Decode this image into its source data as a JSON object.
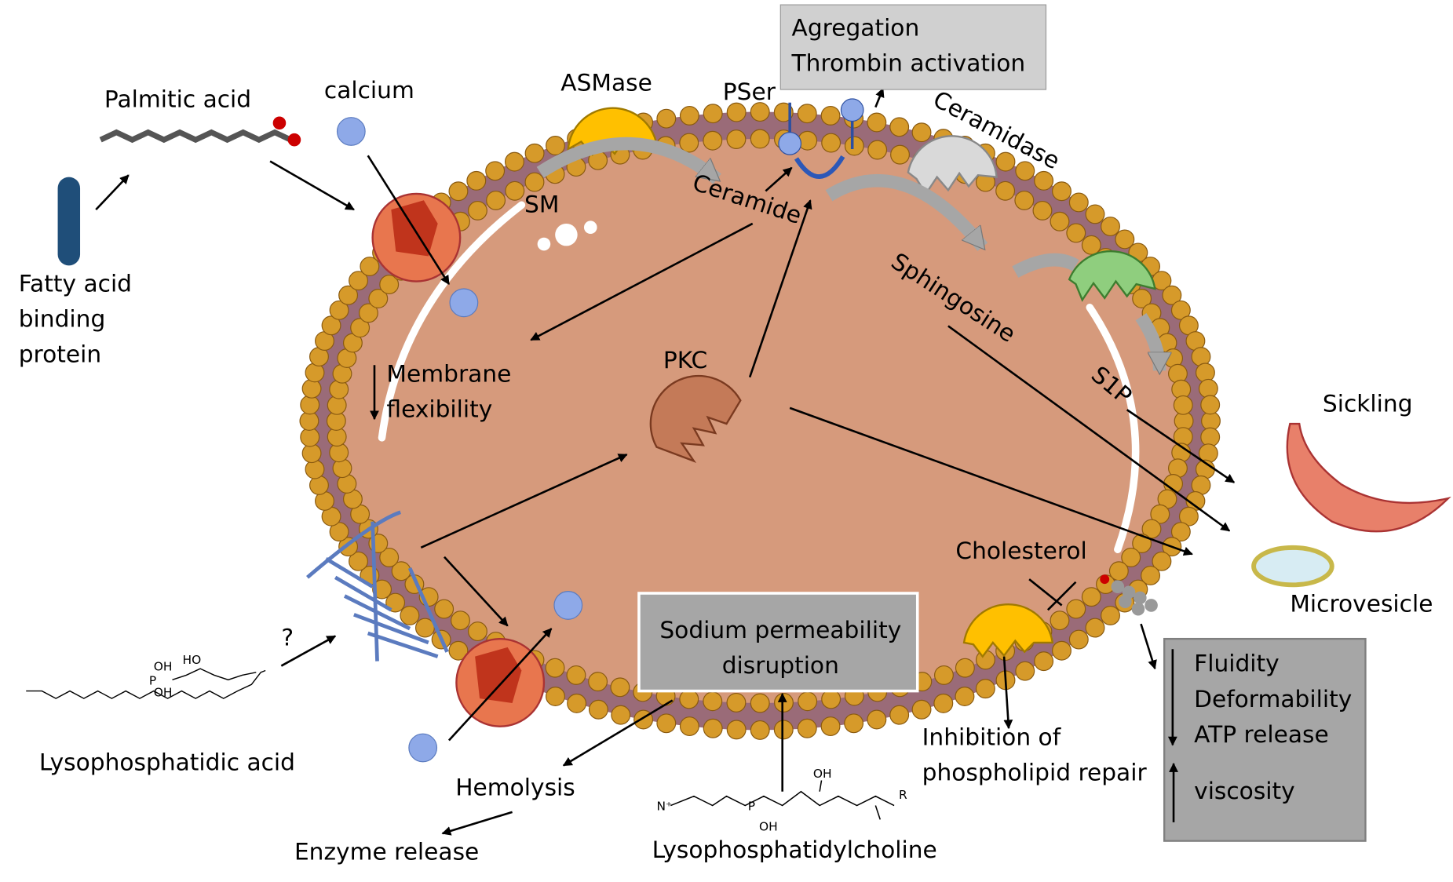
{
  "labels": {
    "palmitic_acid": "Palmitic acid",
    "calcium": "calcium",
    "asmase": "ASMase",
    "pser": "PSer",
    "ceramidase": "Ceramidase",
    "sm": "SM",
    "ceramide": "Ceramide",
    "sphingosine": "Sphingosine",
    "s1p": "S1P",
    "sickling": "Sickling",
    "microvesicle": "Microvesicle",
    "fabp_line1": "Fatty acid",
    "fabp_line2": "binding",
    "fabp_line3": "protein",
    "membrane_line1": "Membrane",
    "membrane_line2": "flexibility",
    "pkc": "PKC",
    "cholesterol": "Cholesterol",
    "inhibition_line1": "Inhibition of",
    "inhibition_line2": "phospholipid repair",
    "lpa": "Lysophosphatidic acid",
    "question": "?",
    "hemolysis": "Hemolysis",
    "enzyme_release": "Enzyme release",
    "lpc": "Lysophosphatidylcholine"
  },
  "boxes": {
    "aggregation": [
      "Agregation",
      "Thrombin activation"
    ],
    "sodium": [
      "Sodium permeability",
      "disruption"
    ],
    "effects_down": [
      "Fluidity",
      "Deformability",
      "ATP release"
    ],
    "effects_up": [
      "viscosity"
    ]
  },
  "chem": {
    "lpa_oh1": "OH",
    "lpa_oh2": "OH",
    "lpa_ho": "HO",
    "lpa_p": "P",
    "lpc_oh": "OH",
    "lpc_n": "N⁺",
    "lpc_p": "P",
    "lpc_r": "R",
    "lpc_oh2": "OH"
  },
  "colors": {
    "cell": "#d69a7c",
    "membrane_bead": "#d69a2a",
    "membrane_tail": "#9a6b78",
    "box_gray": "#a6a6a6",
    "box_light": "#d0d0d0",
    "asmase": "#ffc000",
    "ceramidase": "#d9d9d9",
    "sphk": "#8fce7e",
    "channel": "#e8764e",
    "calcium": "#8ea9e8"
  }
}
